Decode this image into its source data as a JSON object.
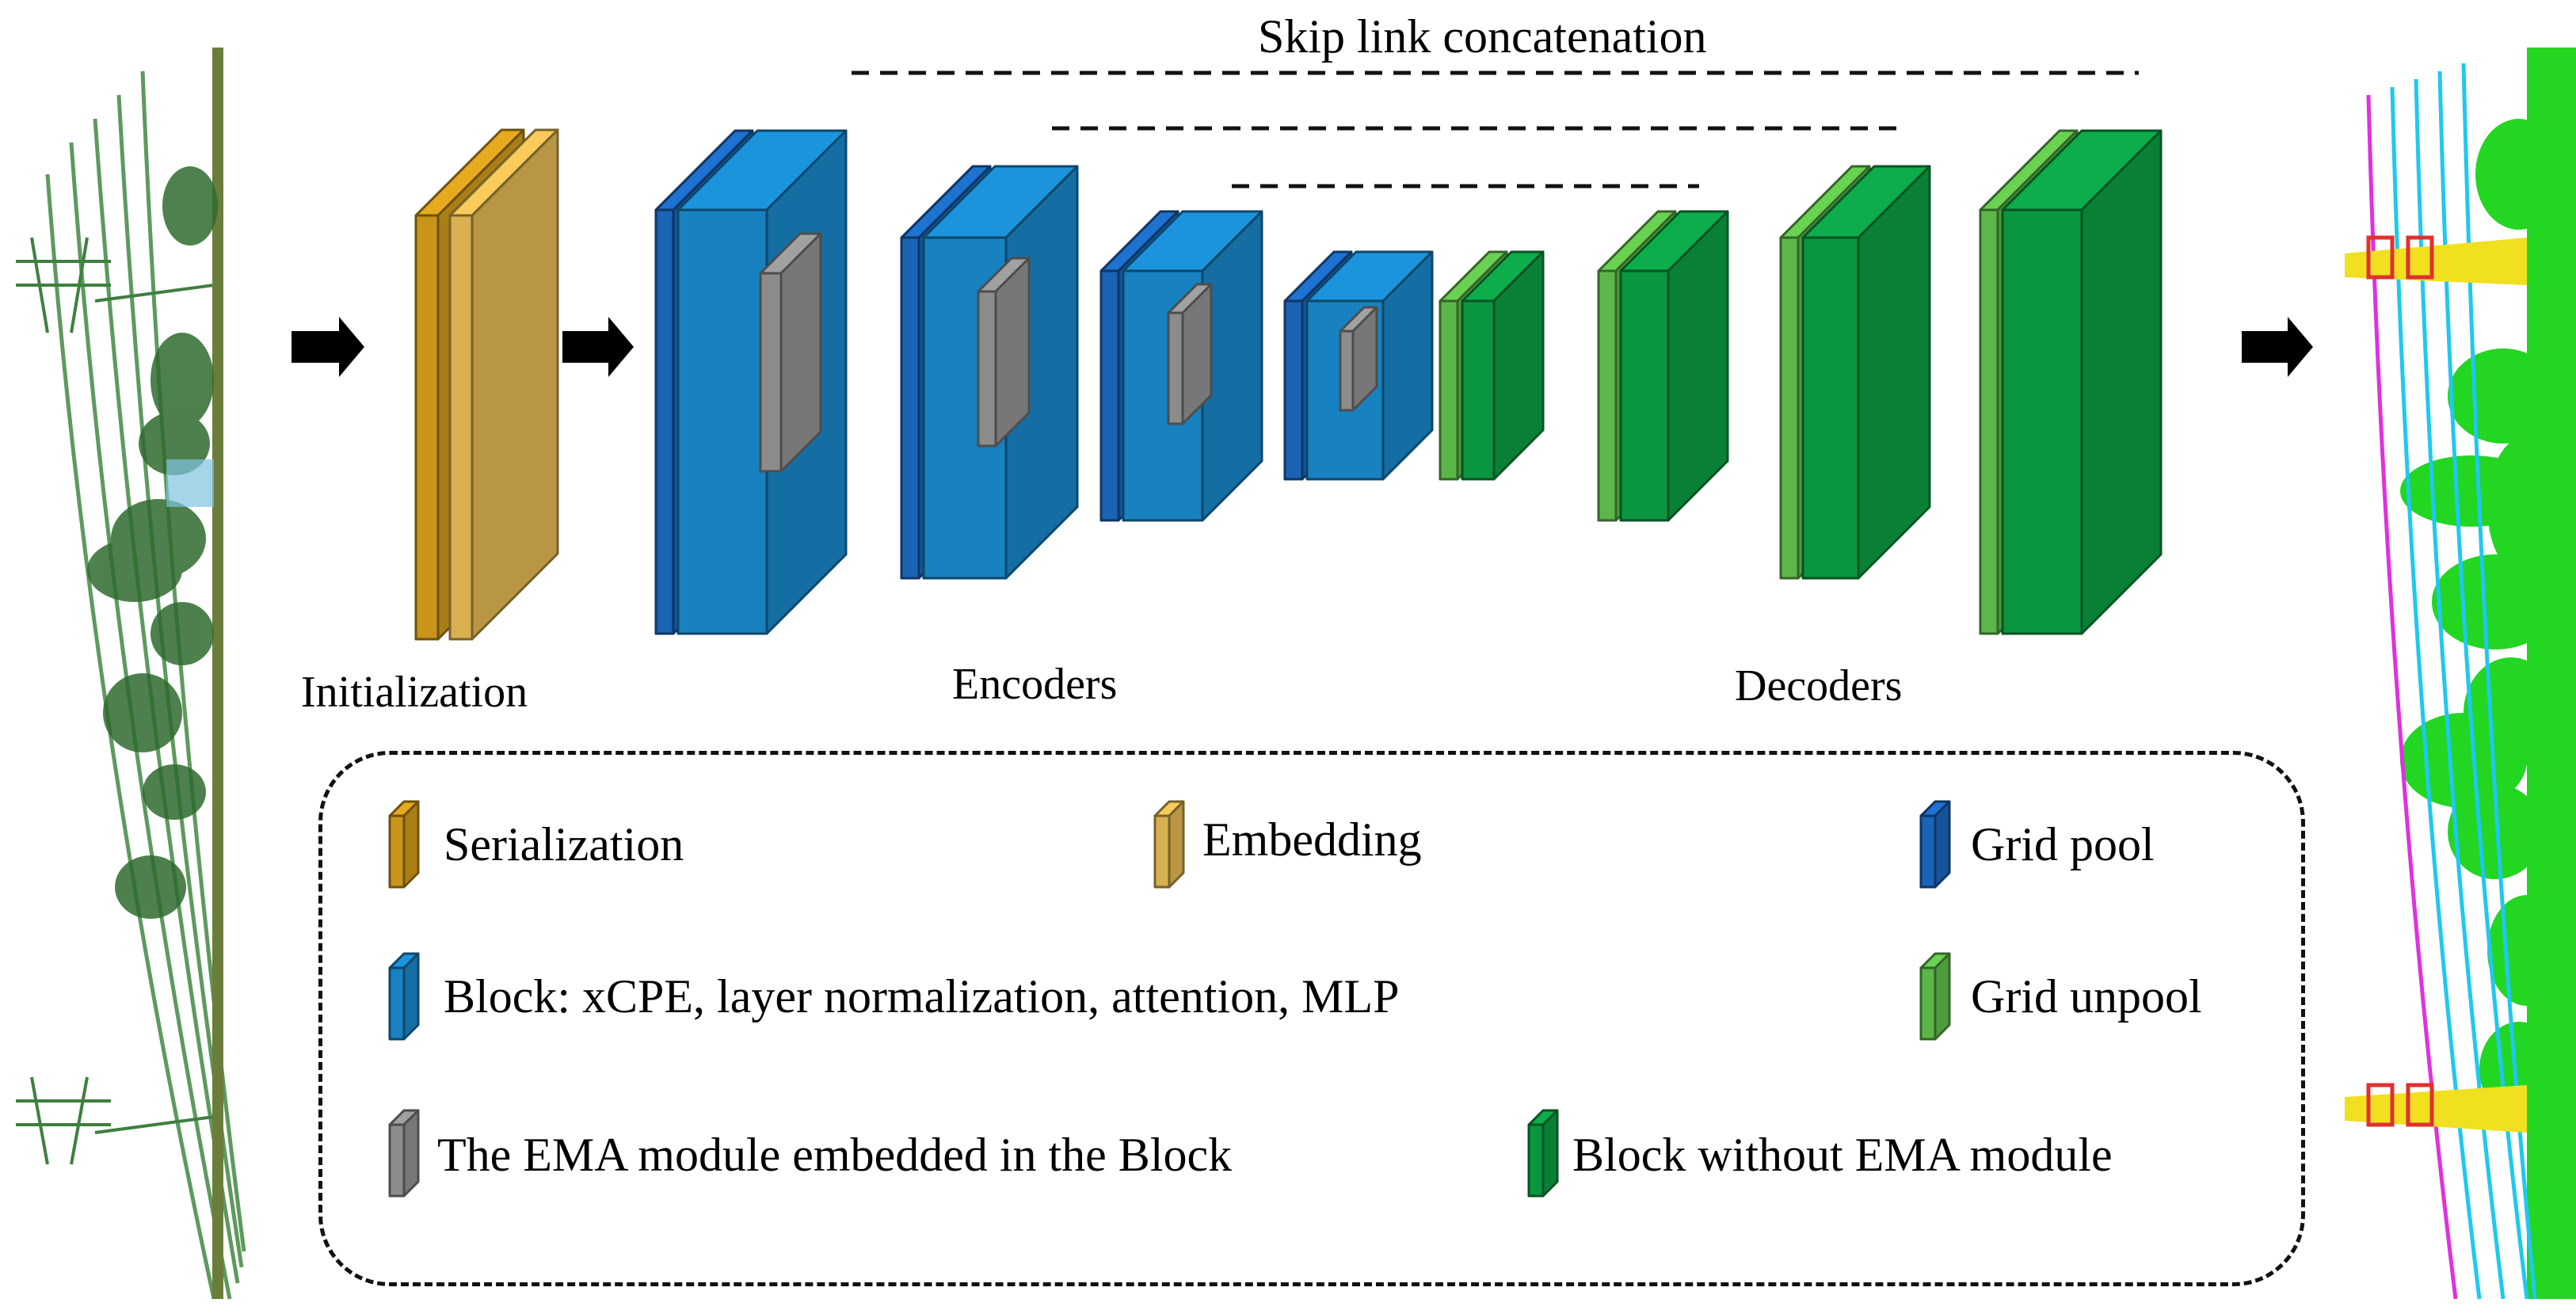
{
  "labels": {
    "skip": "Skip link concatenation",
    "initialization": "Initialization",
    "encoders": "Encoders",
    "decoders": "Decoders"
  },
  "legend": {
    "serialization": "Serialization",
    "embedding": "Embedding",
    "grid_pool": "Grid pool",
    "block": "Block: xCPE, layer normalization, attention, MLP",
    "grid_unpool": "Grid unpool",
    "ema": "The EMA module embedded in the Block",
    "block_no_ema": "Block without EMA module"
  },
  "colors": {
    "serialization": "#c8941a",
    "embedding": "#d9b04f",
    "grid_pool": "#1a63b5",
    "block": "#1881c0",
    "ema": "#8c8c8c",
    "grid_unpool": "#5cb748",
    "block_no_ema": "#0a9640",
    "input_cloud": "#4f8f4f",
    "output_green": "#22d622",
    "output_cyan": "#1fc8f0",
    "output_magenta": "#e030e0",
    "output_yellow": "#f0e020"
  }
}
